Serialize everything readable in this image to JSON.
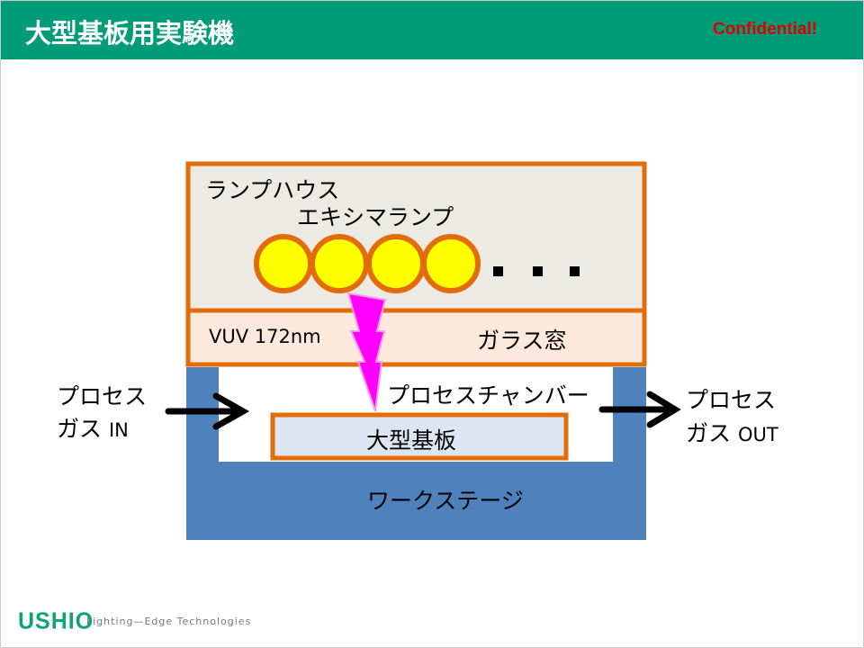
{
  "header": {
    "title": "大型基板用実験機",
    "confidential": "Confidential!"
  },
  "diagram": {
    "lamp_house": "ランプハウス",
    "excimer_lamp": "エキシマランプ",
    "ellipsis": "・・・",
    "vuv": "VUV 172nm",
    "glass_window": "ガラス窓",
    "process_chamber": "プロセスチャンバー",
    "substrate": "大型基板",
    "work_stage": "ワークステージ",
    "gas_in_line1": "プロセス",
    "gas_in_line2": "ガス",
    "gas_in_suffix": "IN",
    "gas_out_line1": "プロセス",
    "gas_out_line2": "ガス",
    "gas_out_suffix": "OUT",
    "colors": {
      "orange": "#e36c0a",
      "stage": "#4f81bd",
      "lamp": "#ffff00",
      "vuv": "#ff00ff"
    }
  },
  "footer": {
    "logo": "USHIO",
    "tagline": "Lighting—Edge Technologies"
  }
}
